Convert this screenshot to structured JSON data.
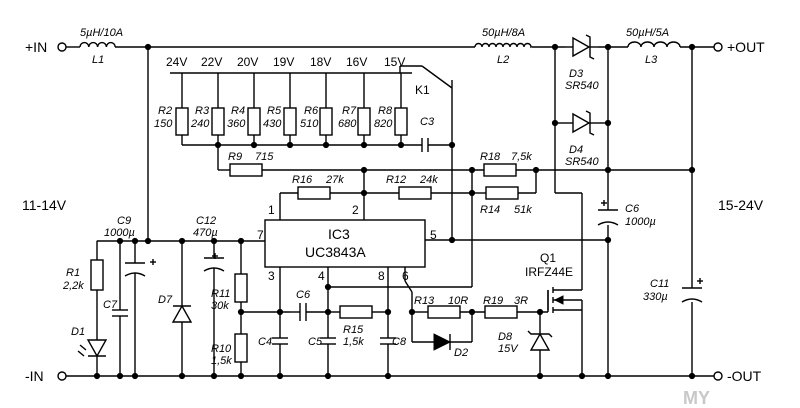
{
  "terminals": {
    "in_pos": "+IN",
    "in_neg": "-IN",
    "out_pos": "+OUT",
    "out_neg": "-OUT"
  },
  "voltages": {
    "input": "11-14V",
    "output": "15-24V"
  },
  "taps": [
    "24V",
    "22V",
    "20V",
    "19V",
    "18V",
    "16V",
    "15V"
  ],
  "switch": "K1",
  "ic": {
    "name": "IC3",
    "part": "UC3843A",
    "pins": [
      "1",
      "2",
      "3",
      "4",
      "5",
      "7",
      "8",
      "6"
    ]
  },
  "inductors": [
    {
      "name": "L1",
      "value": "5µH/10A"
    },
    {
      "name": "L2",
      "value": "50µH/8A"
    },
    {
      "name": "L3",
      "value": "50µH/5A"
    }
  ],
  "diodes": [
    {
      "name": "D3",
      "value": "SR540"
    },
    {
      "name": "D4",
      "value": "SR540"
    },
    {
      "name": "D1",
      "value": ""
    },
    {
      "name": "D7",
      "value": ""
    },
    {
      "name": "D2",
      "value": ""
    },
    {
      "name": "D8",
      "value": "15V"
    }
  ],
  "divider_resistors": [
    {
      "name": "R2",
      "value": "150"
    },
    {
      "name": "R3",
      "value": "240"
    },
    {
      "name": "R4",
      "value": "360"
    },
    {
      "name": "R5",
      "value": "430"
    },
    {
      "name": "R6",
      "value": "510"
    },
    {
      "name": "R7",
      "value": "680"
    },
    {
      "name": "R8",
      "value": "820"
    }
  ],
  "resistors": {
    "r9": {
      "name": "R9",
      "value": "715"
    },
    "r16": {
      "name": "R16",
      "value": "27k"
    },
    "r12": {
      "name": "R12",
      "value": "24k"
    },
    "r18": {
      "name": "R18",
      "value": "7,5k"
    },
    "r14": {
      "name": "R14",
      "value": "51k"
    },
    "r1": {
      "name": "R1",
      "value": "2,2k"
    },
    "r11": {
      "name": "R11",
      "value": "30k"
    },
    "r10": {
      "name": "R10",
      "value": "1,5k"
    },
    "r15": {
      "name": "R15",
      "value": "1,5k"
    },
    "r13": {
      "name": "R13",
      "value": "10R"
    },
    "r19": {
      "name": "R19",
      "value": "3R"
    }
  },
  "capacitors": {
    "c3": {
      "name": "C3",
      "value": ""
    },
    "c6o": {
      "name": "C6",
      "value": "1000µ"
    },
    "c9": {
      "name": "C9",
      "value": "1000µ"
    },
    "c7": {
      "name": "C7",
      "value": ""
    },
    "c12": {
      "name": "C12",
      "value": "470µ"
    },
    "c4": {
      "name": "C4",
      "value": ""
    },
    "c6": {
      "name": "C6",
      "value": ""
    },
    "c5": {
      "name": "C5",
      "value": ""
    },
    "c8": {
      "name": "C8",
      "value": ""
    },
    "c11": {
      "name": "C11",
      "value": "330µ"
    }
  },
  "transistor": {
    "name": "Q1",
    "part": "IRFZ44E"
  },
  "watermark": "MY"
}
